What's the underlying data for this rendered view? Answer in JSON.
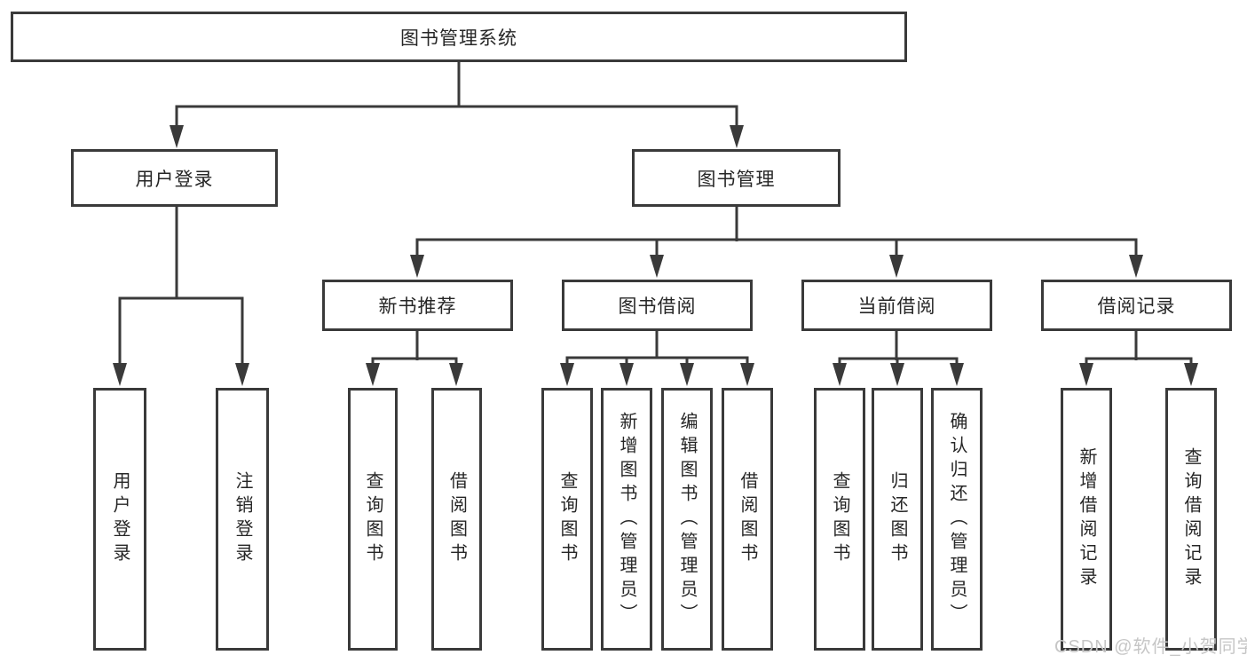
{
  "tree": {
    "root": {
      "label": "图书管理系统"
    },
    "branches": [
      {
        "label": "用户登录",
        "children": [
          {
            "label": "用户登录"
          },
          {
            "label": "注销登录"
          }
        ]
      },
      {
        "label": "图书管理",
        "children": [
          {
            "label": "新书推荐",
            "children": [
              {
                "label": "查询图书"
              },
              {
                "label": "借阅图书"
              }
            ]
          },
          {
            "label": "图书借阅",
            "children": [
              {
                "label": "查询图书"
              },
              {
                "label": "新增图书（管理员）"
              },
              {
                "label": "编辑图书（管理员）"
              },
              {
                "label": "借阅图书"
              }
            ]
          },
          {
            "label": "当前借阅",
            "children": [
              {
                "label": "查询图书"
              },
              {
                "label": "归还图书"
              },
              {
                "label": "确认归还（管理员）"
              }
            ]
          },
          {
            "label": "借阅记录",
            "children": [
              {
                "label": "新增借阅记录"
              },
              {
                "label": "查询借阅记录"
              }
            ]
          }
        ]
      }
    ]
  },
  "watermark": {
    "text": "CSDN @软件_小贺同学"
  },
  "colors": {
    "line": "#3a3a3a",
    "box_border": "#3a3a3a",
    "text": "#262626",
    "watermark": "#c6c6c6",
    "background": "#ffffff"
  }
}
